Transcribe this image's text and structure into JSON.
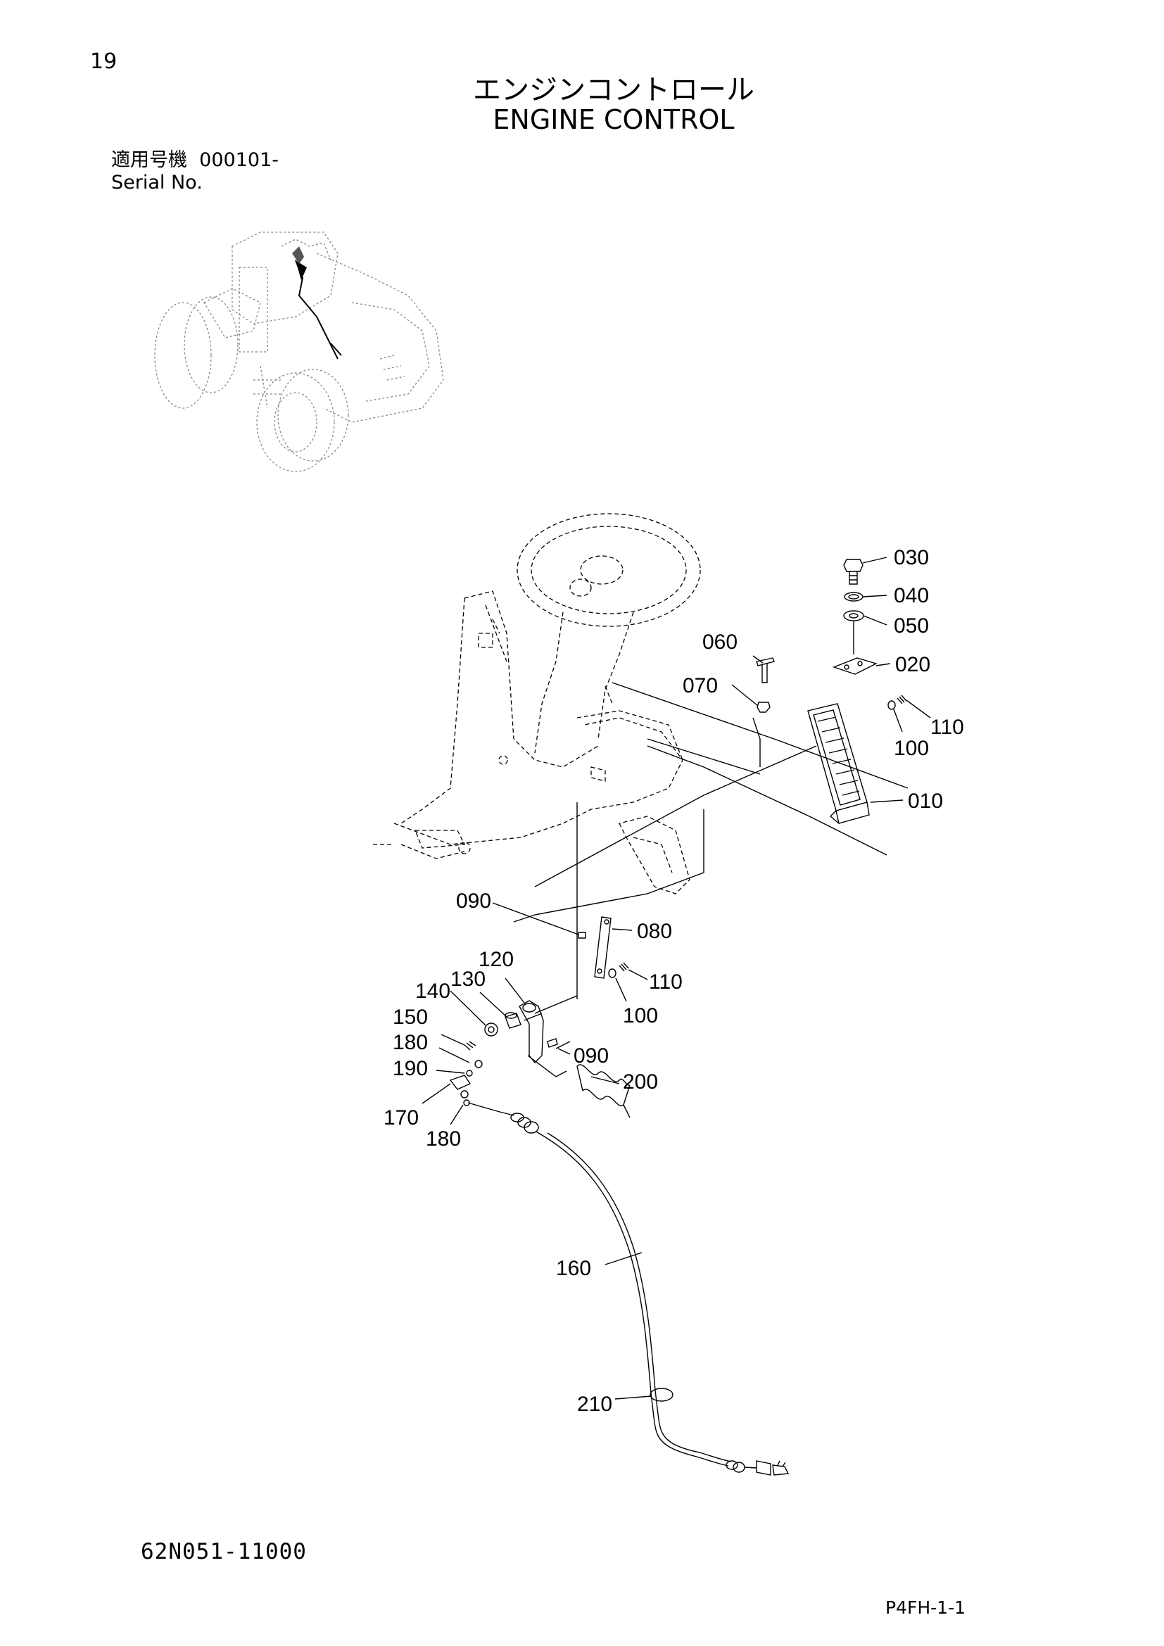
{
  "page": {
    "number": "19",
    "title_jp": "エンジンコントロール",
    "title_en": "ENGINE CONTROL",
    "serial_label_jp": "適用号機",
    "serial_value": "000101-",
    "serial_label_en": "Serial No.",
    "part_number": "62N051-11000",
    "page_code": "P4FH-1-1"
  },
  "callouts": {
    "c010": "010",
    "c020": "020",
    "c030": "030",
    "c040": "040",
    "c050": "050",
    "c060": "060",
    "c070": "070",
    "c080": "080",
    "c090a": "090",
    "c090b": "090",
    "c100a": "100",
    "c100b": "100",
    "c110a": "110",
    "c110b": "110",
    "c120": "120",
    "c130": "130",
    "c140": "140",
    "c150": "150",
    "c160": "160",
    "c170": "170",
    "c180a": "180",
    "c180b": "180",
    "c190": "190",
    "c200": "200",
    "c210": "210"
  }
}
